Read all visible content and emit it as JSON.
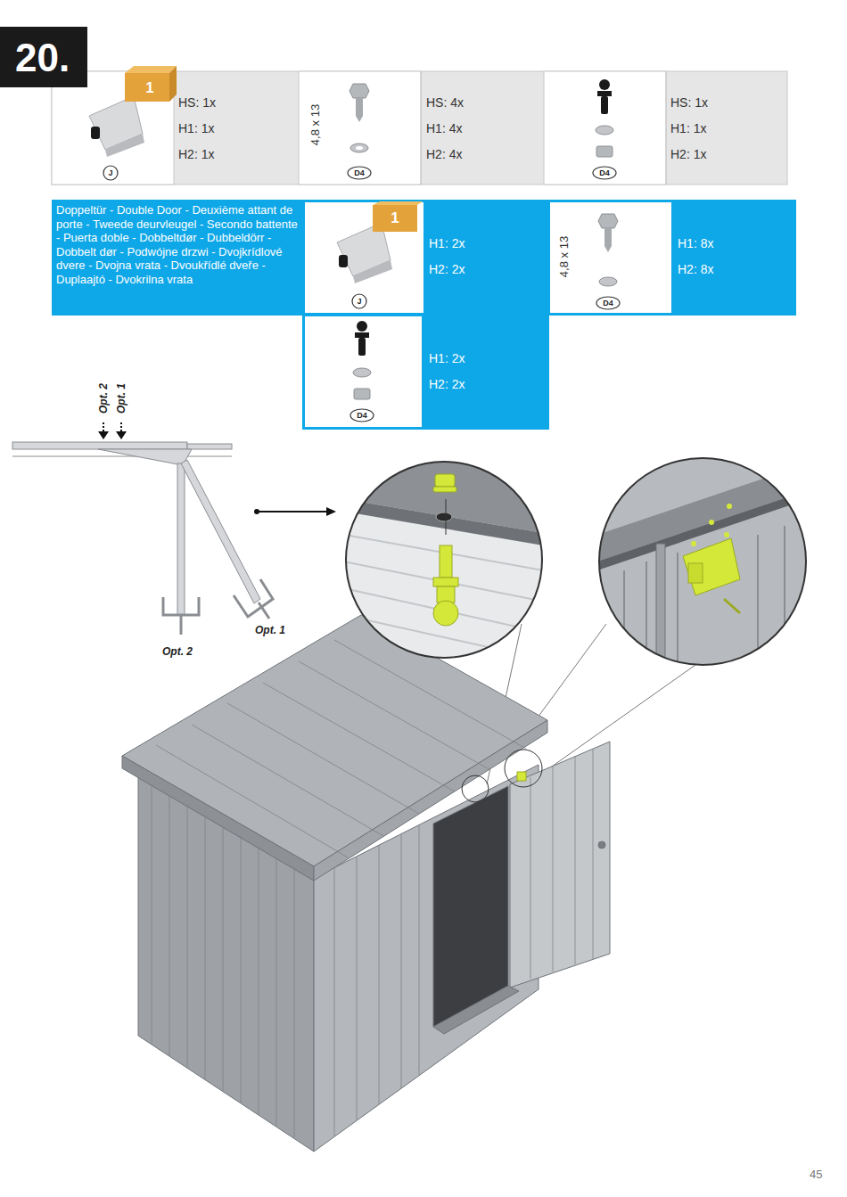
{
  "diagram": {
    "title": "20.",
    "nodes": [
      {
        "text": [
          "Doppeltür - Double Door - Deuxième attant de porte - Tweede deurvleugel - Secondo battente - Puerta doble - Dobbeltdør - Dubbeldörr - Dobbelt dør - Podwójne drzwi - Dvojkrídlové dvere - Dvojna vrata - Dvoukřídlé dveře - Duplaajtó - Dvokrilna vrata"
        ]
      }
    ],
    "labels": [
      "1",
      "HS: 1x",
      "H1: 1x",
      "H2: 1x",
      "J",
      "4,8 x 13",
      "HS: 4x",
      "H1: 4x",
      "H2: 4x",
      "D4",
      "HS: 1x",
      "H1: 1x",
      "H2: 1x",
      "D4",
      "1",
      "J",
      "H1: 2x",
      "H2: 2x",
      "4,8 x 13",
      "D4",
      "H1: 8x",
      "H2: 8x",
      "D4",
      "H1: 2x",
      "H2: 2x",
      "Opt. 2",
      "Opt. 1",
      "Opt. 1",
      "Opt. 2",
      "45"
    ]
  }
}
